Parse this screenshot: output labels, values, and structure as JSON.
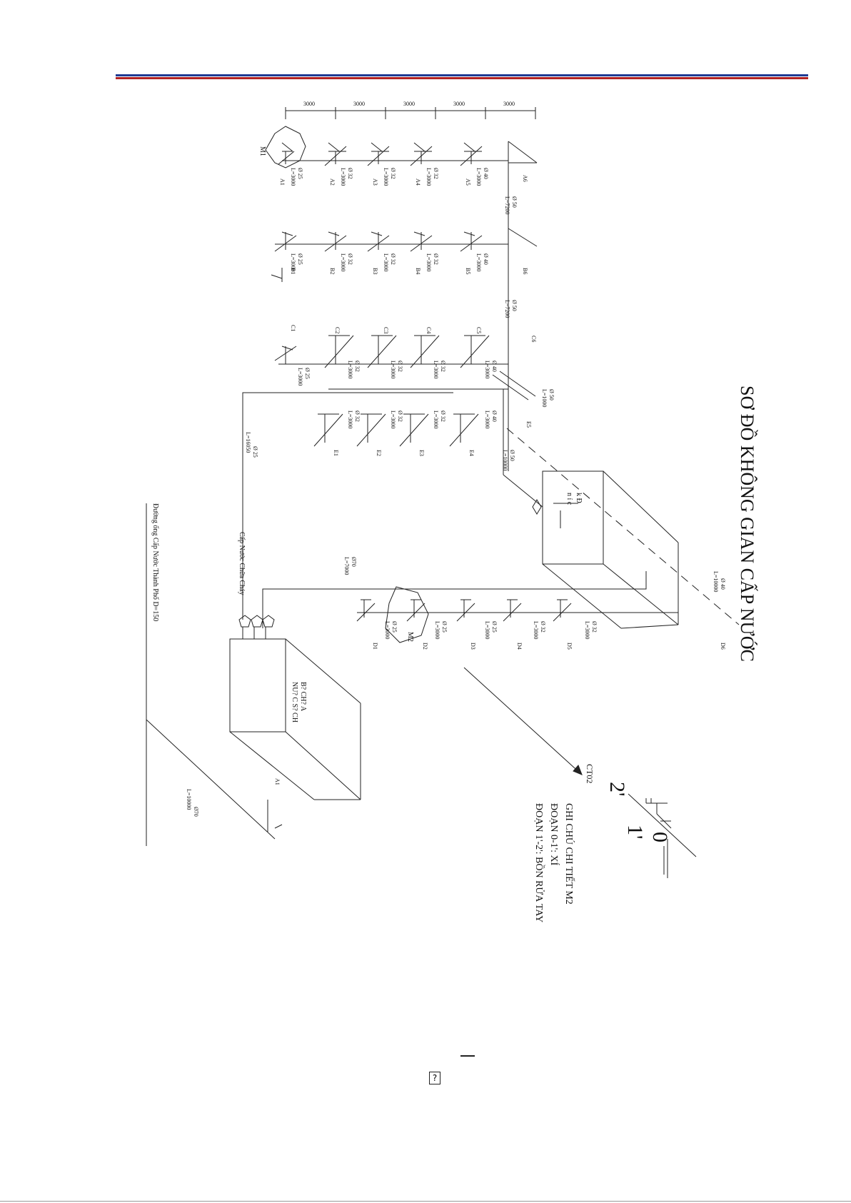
{
  "header": {
    "rule_colors": [
      "#1f3a93",
      "#b22222"
    ]
  },
  "diagram": {
    "title": "SƠ ĐỒ KHÔNG GIAN CẤP NƯỚC",
    "dims": [
      "3000",
      "3000",
      "3000",
      "3000",
      "3000"
    ],
    "row_a": {
      "labels": [
        "A1",
        "A2",
        "A3",
        "A4",
        "A5",
        "A6"
      ],
      "pipes": [
        {
          "d": "Ø 25",
          "l": "L=3000"
        },
        {
          "d": "Ø 32",
          "l": "L=3000"
        },
        {
          "d": "Ø 32",
          "l": "L=3000"
        },
        {
          "d": "Ø 32",
          "l": "L=3000"
        },
        {
          "d": "Ø 40",
          "l": "L=3000"
        }
      ],
      "riser": {
        "d": "Ø 50",
        "l": "L=7200"
      },
      "marker": "M1"
    },
    "row_b": {
      "labels": [
        "B1",
        "B2",
        "B3",
        "B4",
        "B5",
        "B6"
      ],
      "pipes": [
        {
          "d": "Ø 25",
          "l": "L=3000"
        },
        {
          "d": "Ø 32",
          "l": "L=3000"
        },
        {
          "d": "Ø 32",
          "l": "L=3000"
        },
        {
          "d": "Ø 32",
          "l": "L=3000"
        },
        {
          "d": "Ø 40",
          "l": "L=3000"
        }
      ],
      "riser": {
        "d": "Ø 50",
        "l": "L=7200"
      }
    },
    "row_c": {
      "labels": [
        "C1",
        "C2",
        "C3",
        "C4",
        "C5",
        "C6"
      ],
      "pipes": [
        {
          "d": "Ø 25",
          "l": "L=3000"
        },
        {
          "d": "Ø 32",
          "l": "L=3000"
        },
        {
          "d": "Ø 32",
          "l": "L=3000"
        },
        {
          "d": "Ø 32",
          "l": "L=3000"
        },
        {
          "d": "Ø 40",
          "l": "L=3000"
        }
      ],
      "riser": {
        "d": "Ø 50",
        "l": "L=1000"
      }
    },
    "row_e": {
      "labels": [
        "E1",
        "E2",
        "E3",
        "E4",
        "E5"
      ],
      "pipes": [
        {
          "d": "Ø 32",
          "l": "L=3000"
        },
        {
          "d": "Ø 32",
          "l": "L=3000"
        },
        {
          "d": "Ø 32",
          "l": "L=3000"
        },
        {
          "d": "Ø 40",
          "l": "L=3000"
        }
      ],
      "riser": {
        "d": "Ø 50",
        "l": "L=10000"
      }
    },
    "row_d": {
      "labels": [
        "D1",
        "D2",
        "D3",
        "D4",
        "D5",
        "D6"
      ],
      "pipes": [
        {
          "d": "Ø 25",
          "l": "L=3000"
        },
        {
          "d": "Ø 25",
          "l": "L=3000"
        },
        {
          "d": "Ø 25",
          "l": "L=3000"
        },
        {
          "d": "Ø 32",
          "l": "L=3000"
        },
        {
          "d": "Ø 32",
          "l": "L=3000"
        }
      ],
      "marker": "M2"
    },
    "fire_pipe": {
      "d": "Ø 25",
      "l": "L=16050"
    },
    "tank_pipe": {
      "d": "Ø70",
      "l": "L=7000"
    },
    "top_pipe": {
      "d": "Ø 40",
      "l": "L=10000"
    },
    "city_pipe": {
      "d": "Ø70",
      "l": "L=10000"
    },
    "roof_tank_label": [
      "k Đ",
      "n í c"
    ],
    "ground_tank_label": [
      "B? CH? A",
      "NU? C S? CH"
    ],
    "fire_label": "Cấp Nước Chữa Cháy",
    "city_label": "Đường ống Cấp Nước Thành Phố D=150",
    "pump_tag": "A1",
    "arrow_label": "CT02",
    "detail": {
      "labels": [
        "0",
        "1'",
        "2'"
      ],
      "notes": [
        "GHI CHÚ CHI TIẾT M2",
        "ĐOẠN 0-1': XÍ",
        "ĐOẠN 1'-2': BỒN RỬA TAY"
      ]
    }
  },
  "footer": {
    "glyph": "?"
  }
}
